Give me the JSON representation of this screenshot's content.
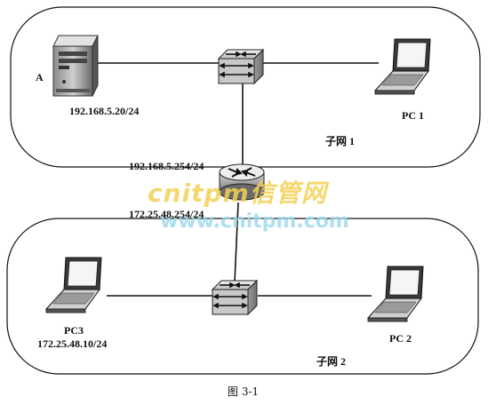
{
  "diagram": {
    "figure_caption": "图 3-1",
    "subnet1": {
      "name": "子网 1"
    },
    "subnet2": {
      "name": "子网 2"
    },
    "server": {
      "label": "A",
      "ip": "192.168.5.20/24",
      "icon": "server-icon"
    },
    "pc1": {
      "label": "PC 1",
      "icon": "laptop-icon"
    },
    "pc2": {
      "label": "PC 2",
      "icon": "laptop-icon"
    },
    "pc3": {
      "label": "PC3",
      "ip": "172.25.48.10/24",
      "icon": "laptop-icon"
    },
    "switch1": {
      "icon": "switch-icon"
    },
    "switch2": {
      "icon": "switch-icon"
    },
    "router": {
      "ip_top": "192.168.5.254/24",
      "ip_bottom": "172.25.48.254/24",
      "icon": "router-icon"
    },
    "watermark": {
      "line1": "cnitpm信管网",
      "line2": "www.cnitpm.com"
    },
    "colors": {
      "line": "#111111",
      "device_body": "#d9d9d9",
      "watermark_orange": "#f3d255",
      "watermark_blue": "#9ad8ee"
    }
  }
}
